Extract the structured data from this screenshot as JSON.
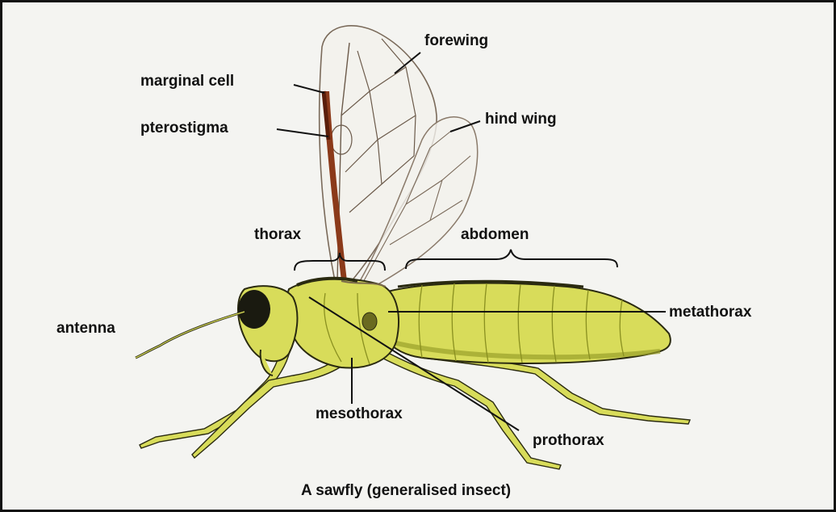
{
  "labels": {
    "forewing": "forewing",
    "marginal_cell": "marginal cell",
    "pterostigma": "pterostigma",
    "hind_wing": "hind wing",
    "thorax": "thorax",
    "abdomen": "abdomen",
    "antenna": "antenna",
    "metathorax": "metathorax",
    "mesothorax": "mesothorax",
    "prothorax": "prothorax"
  },
  "caption": "A sawfly (generalised insect)",
  "colors": {
    "body": "#d8dc5a",
    "body_shadow": "#9aa02a",
    "outline": "#2a2a10",
    "wing_vein": "#6b5a4a",
    "pterostigma": "#8b3a1a",
    "background": "#f4f4f1"
  }
}
